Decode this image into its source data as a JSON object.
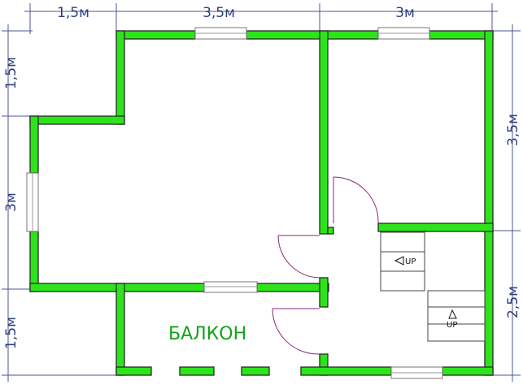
{
  "dimensions": {
    "top": [
      "1,5м",
      "3,5м",
      "3м"
    ],
    "left": [
      "1,5м",
      "3м",
      "1,5м"
    ],
    "right": [
      "3,5м",
      "2,5м"
    ]
  },
  "labels": {
    "balcony": "БАЛКОН",
    "stair_up_1": "UP",
    "stair_up_2": "UP"
  },
  "colors": {
    "wall": "#2de41b",
    "dimension": "#2e3f7f",
    "balcony_label": "#13a31a",
    "door_swing": "#8a2a78"
  }
}
